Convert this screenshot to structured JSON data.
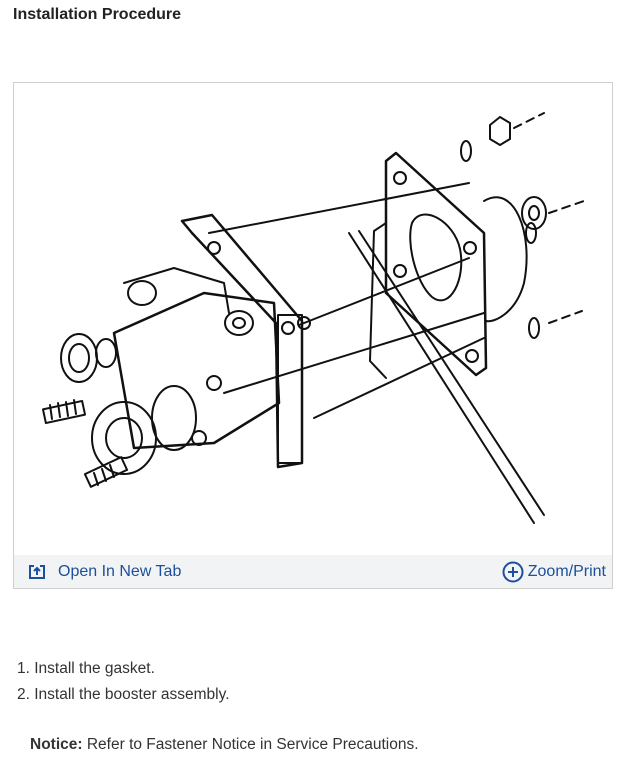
{
  "section": {
    "title": "Installation Procedure"
  },
  "figure": {
    "open_tab_label": "Open In New Tab",
    "zoom_label": "Zoom/Print",
    "icons": [
      "open-in-new-tab-icon",
      "zoom-plus-icon"
    ],
    "link_color": "#1c4f9c"
  },
  "steps": [
    {
      "number": "1.",
      "text": "Install the gasket."
    },
    {
      "number": "2.",
      "text": "Install the booster assembly."
    }
  ],
  "notice": {
    "label": "Notice:",
    "text": "Refer to Fastener Notice in Service Precautions."
  }
}
